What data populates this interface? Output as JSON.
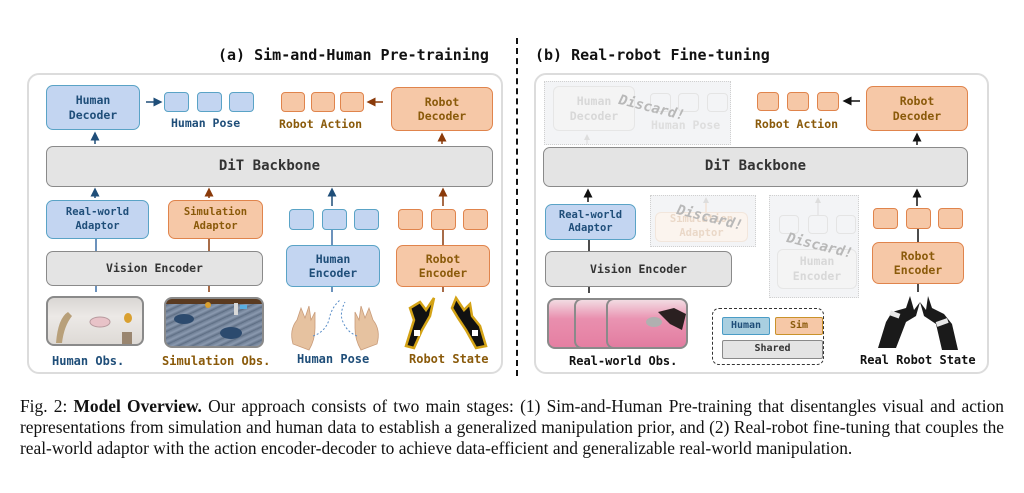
{
  "panels": {
    "a": {
      "title": "(a) Sim-and-Human Pre-training",
      "human_decoder": "Human\nDecoder",
      "human_pose_out": "Human Pose",
      "robot_action": "Robot Action",
      "robot_decoder": "Robot\nDecoder",
      "backbone": "DiT Backbone",
      "realworld_adaptor": "Real-world\nAdaptor",
      "simulation_adaptor": "Simulation\nAdaptor",
      "vision_encoder": "Vision Encoder",
      "human_encoder": "Human\nEncoder",
      "robot_encoder": "Robot\nEncoder",
      "inputs": [
        "Human Obs.",
        "Simulation Obs.",
        "Human Pose",
        "Robot State"
      ]
    },
    "b": {
      "title": "(b) Real-robot Fine-tuning",
      "faded_human_decoder": "Human\nDecoder",
      "faded_human_pose": "Human Pose",
      "robot_action": "Robot Action",
      "robot_decoder": "Robot\nDecoder",
      "backbone": "DiT Backbone",
      "realworld_adaptor": "Real-world\nAdaptor",
      "faded_sim_adaptor": "Simulation\nAdaptor",
      "vision_encoder": "Vision Encoder",
      "faded_human_encoder": "Human\nEncoder",
      "robot_encoder": "Robot\nEncoder",
      "discard_label": "Discard!",
      "inputs": [
        "Real-world Obs.",
        "Real Robot State"
      ],
      "legend": {
        "human": "Human",
        "sim": "Sim",
        "shared": "Shared"
      }
    }
  },
  "colors": {
    "human_fill": "#c3d5f1",
    "human_border": "#5aa3c6",
    "human_text": "#1f4e79",
    "sim_fill": "#f6c8a7",
    "sim_border": "#e0844c",
    "sim_text": "#8a5a0a",
    "shared_fill": "#e4e4e4",
    "shared_border": "#8a8a8a"
  },
  "caption": {
    "prefix": "Fig. 2: ",
    "bold": "Model Overview.",
    "text": " Our approach consists of two main stages: (1) Sim-and-Human Pre-training that disentangles visual and action representations from simulation and human data to establish a generalized manipulation prior, and (2) Real-robot fine-tuning that couples the real-world adaptor with the action encoder-decoder to achieve data-efficient and generalizable real-world manipulation."
  }
}
